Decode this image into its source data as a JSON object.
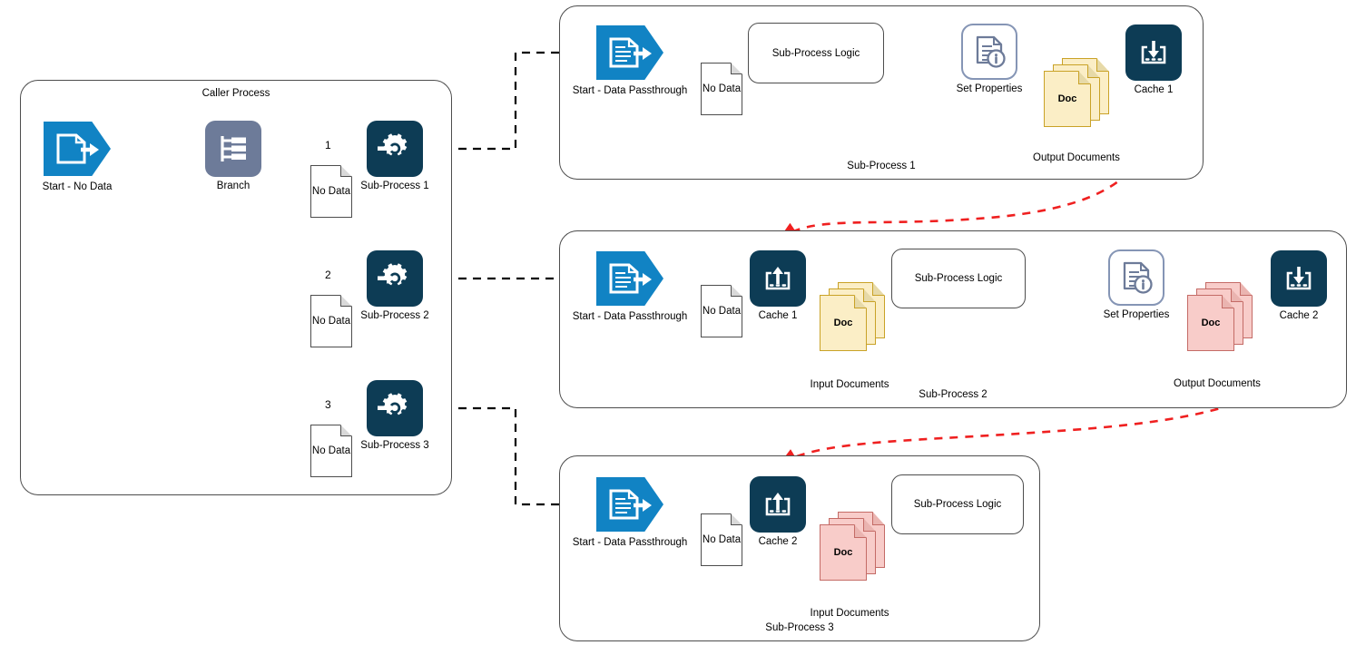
{
  "diagram": {
    "title_semantics": "boomi-style process flow diagram",
    "colors": {
      "start_blue": "#1183c4",
      "branch_slate": "#6d7b99",
      "node_navy": "#0d3c55",
      "set_properties_border": "#8595b5",
      "doc_yellow_fill": "#fbeec6",
      "doc_yellow_border": "#c9a227",
      "doc_pink_fill": "#f8ccc9",
      "doc_pink_border": "#c46b66",
      "cache_link_red": "#ef2020",
      "connector_black": "#000000",
      "panel_border": "#4d4d4d"
    }
  },
  "caller_process": {
    "panel_label": "Caller Process",
    "start": {
      "label": "Start - No Data",
      "icon": "start-document-arrow-icon"
    },
    "branch": {
      "label": "Branch",
      "icon": "branch-tree-icon"
    },
    "branch_paths": [
      "1",
      "2",
      "3"
    ],
    "subprocess_calls": [
      {
        "label": "Sub-Process 1",
        "icon": "sub-process-gear-icon",
        "doc": "No Data"
      },
      {
        "label": "Sub-Process 2",
        "icon": "sub-process-gear-icon",
        "doc": "No Data"
      },
      {
        "label": "Sub-Process 3",
        "icon": "sub-process-gear-icon",
        "doc": "No Data"
      }
    ]
  },
  "sub_process_1": {
    "panel_label": "Sub-Process 1",
    "start": {
      "label": "Start - Data Passthrough",
      "icon": "start-document-arrow-icon"
    },
    "no_data_doc": "No Data",
    "logic": {
      "label": "Sub-Process Logic"
    },
    "set_properties": {
      "label": "Set Properties",
      "icon": "document-info-icon"
    },
    "documents": {
      "doc_label": "Doc",
      "brace_label": "Output Documents",
      "color": "yellow"
    },
    "cache": {
      "label": "Cache 1",
      "icon": "cache-write-icon",
      "direction": "write"
    }
  },
  "sub_process_2": {
    "panel_label": "Sub-Process 2",
    "start": {
      "label": "Start - Data Passthrough",
      "icon": "start-document-arrow-icon"
    },
    "no_data_doc": "No Data",
    "cache_in": {
      "label": "Cache 1",
      "icon": "cache-read-icon",
      "direction": "read"
    },
    "input_documents": {
      "doc_label": "Doc",
      "brace_label": "Input Documents",
      "color": "yellow"
    },
    "logic": {
      "label": "Sub-Process Logic"
    },
    "set_properties": {
      "label": "Set Properties",
      "icon": "document-info-icon"
    },
    "output_documents": {
      "doc_label": "Doc",
      "brace_label": "Output Documents",
      "color": "pink"
    },
    "cache_out": {
      "label": "Cache 2",
      "icon": "cache-write-icon",
      "direction": "write"
    }
  },
  "sub_process_3": {
    "panel_label": "Sub-Process 3",
    "start": {
      "label": "Start - Data Passthrough",
      "icon": "start-document-arrow-icon"
    },
    "no_data_doc": "No Data",
    "cache_in": {
      "label": "Cache 2",
      "icon": "cache-read-icon",
      "direction": "read"
    },
    "input_documents": {
      "doc_label": "Doc",
      "brace_label": "Input Documents",
      "color": "pink"
    },
    "logic": {
      "label": "Sub-Process Logic"
    }
  }
}
